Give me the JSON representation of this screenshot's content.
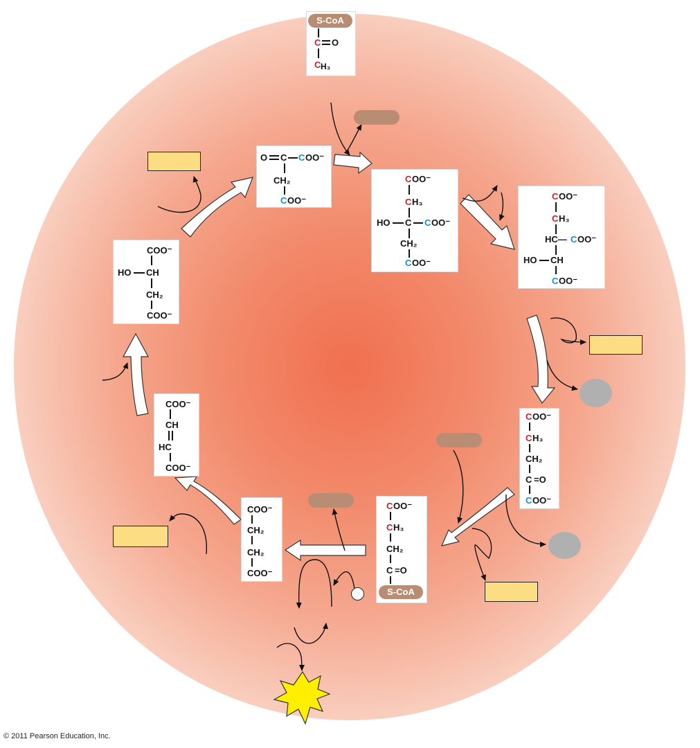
{
  "diagram": {
    "copyright": "© 2011 Pearson Education, Inc.",
    "colors": {
      "center_glow": "#f07050",
      "label_box_fill": "#fddd83",
      "coa_pill_fill": "#b98c74",
      "molecule_fill": "#ffffff",
      "carbon_red": "#d0202a",
      "carbon_blue": "#1a8fc0",
      "energy_burst_fill": "#ffee00",
      "grey_oval_fill": "#b0b0b0",
      "arrow_fill": "#ffffff"
    },
    "texts": {
      "scoa": "S-CoA",
      "c": "C",
      "o": "O",
      "h3": "H₃",
      "ch2": "CH₂",
      "ch": "CH",
      "hc": "HC",
      "oo": "OO⁻",
      "coo": "COO⁻",
      "ho": "HO",
      "ho_c": "HO—C",
      "ho_ch": "HO—CH",
      "hc_dash": "HC—",
      "oeq": "O",
      "eq_o": "=O"
    }
  }
}
